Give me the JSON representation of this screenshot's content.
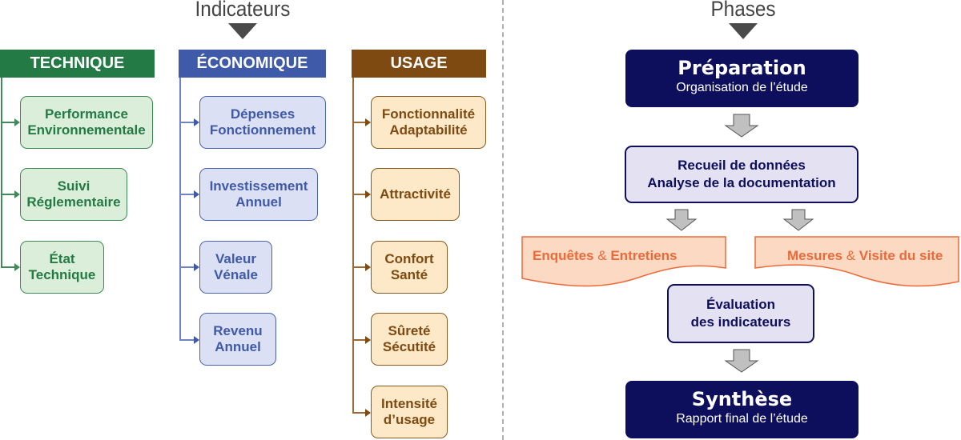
{
  "indicators": {
    "title": "Indicateurs",
    "categories": [
      {
        "name": "TECHNIQUE",
        "color": "#237a45",
        "items": [
          {
            "line1": "Performance",
            "line2": "Environnementale"
          },
          {
            "line1": "Suivi",
            "line2": "Réglementaire"
          },
          {
            "line1": "État",
            "line2": "Technique"
          }
        ]
      },
      {
        "name": "ÉCONOMIQUE",
        "color": "#3f5aa8",
        "items": [
          {
            "line1": "Dépenses",
            "line2": "Fonctionnement"
          },
          {
            "line1": "Investissement",
            "line2": "Annuel"
          },
          {
            "line1": "Valeur",
            "line2": "Vénale"
          },
          {
            "line1": "Revenu",
            "line2": "Annuel"
          }
        ]
      },
      {
        "name": "USAGE",
        "color": "#7e4a12",
        "items": [
          {
            "line1": "Fonctionnalité",
            "line2": "Adaptabilité"
          },
          {
            "line1": "Attractivité",
            "line2": ""
          },
          {
            "line1": "Confort",
            "line2": "Santé"
          },
          {
            "line1": "Sûreté",
            "line2": "Sécutité"
          },
          {
            "line1": "Intensité",
            "line2": "d’usage"
          }
        ]
      }
    ]
  },
  "phases": {
    "title": "Phases",
    "preparation": {
      "title": "Préparation",
      "subtitle": "Organisation de l’étude"
    },
    "collect": {
      "line1": "Recueil de données",
      "line2": "Analyse de la documentation"
    },
    "surveys": {
      "part1": "Enquêtes",
      "amp": "&",
      "part2": "Entretiens"
    },
    "measures": {
      "part1": "Mesures",
      "amp": "&",
      "part2": "Visite du site"
    },
    "evaluation": {
      "line1": "Évaluation",
      "line2": "des indicateurs"
    },
    "synthesis": {
      "title": "Synthèse",
      "subtitle": "Rapport final de l’étude"
    },
    "colors": {
      "navy": "#0e0f5c",
      "lavender": "#e4e2f2",
      "orange": "#ec6a3a",
      "orange_fill": "#fcd9c2",
      "arrow_gray": "#c0c0c0"
    }
  }
}
